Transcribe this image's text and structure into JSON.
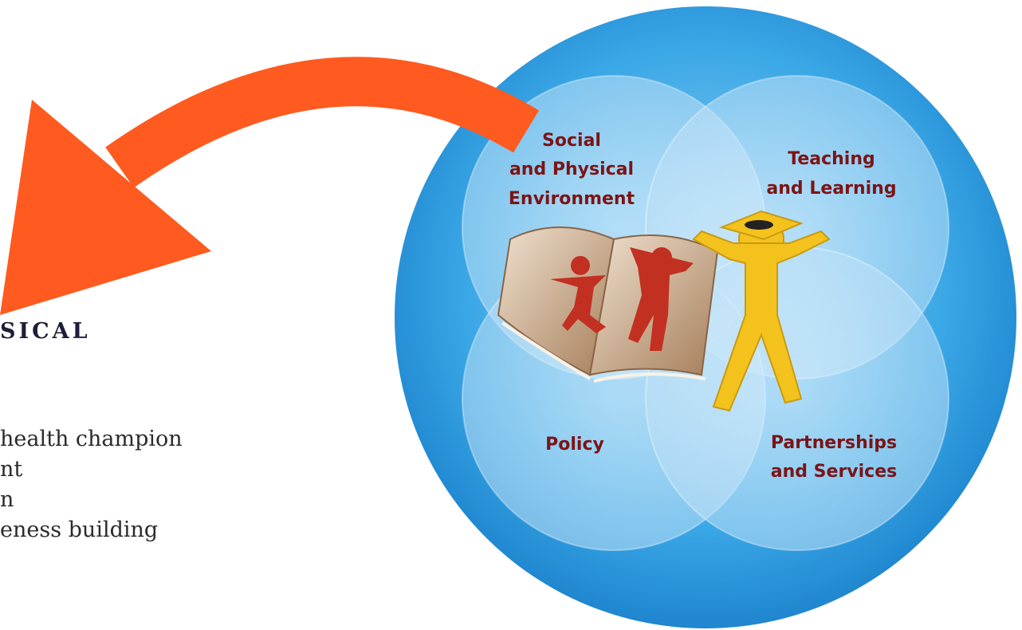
{
  "text_panel": {
    "heading": "SICAL",
    "bullets": [
      "health champion",
      "nt",
      "n",
      "eness building"
    ]
  },
  "diagram": {
    "labels": {
      "social_env": [
        "Social",
        "and Physical",
        "Environment"
      ],
      "teaching": [
        "Teaching",
        "and Learning"
      ],
      "policy": [
        "Policy"
      ],
      "partnerships": [
        "Partnerships",
        "and Services"
      ]
    },
    "colors": {
      "outer_circle": "#3aa7e6",
      "inner_circle": "#b6dcf5",
      "arrow": "#ff5a1f",
      "label_text": "#7b1416",
      "figure_yellow": "#f4c21c",
      "figure_red": "#c23022",
      "book": "#c9a27d"
    },
    "icons": [
      "open-book-icon",
      "student-graduate-icon",
      "jumping-child-icon"
    ]
  }
}
